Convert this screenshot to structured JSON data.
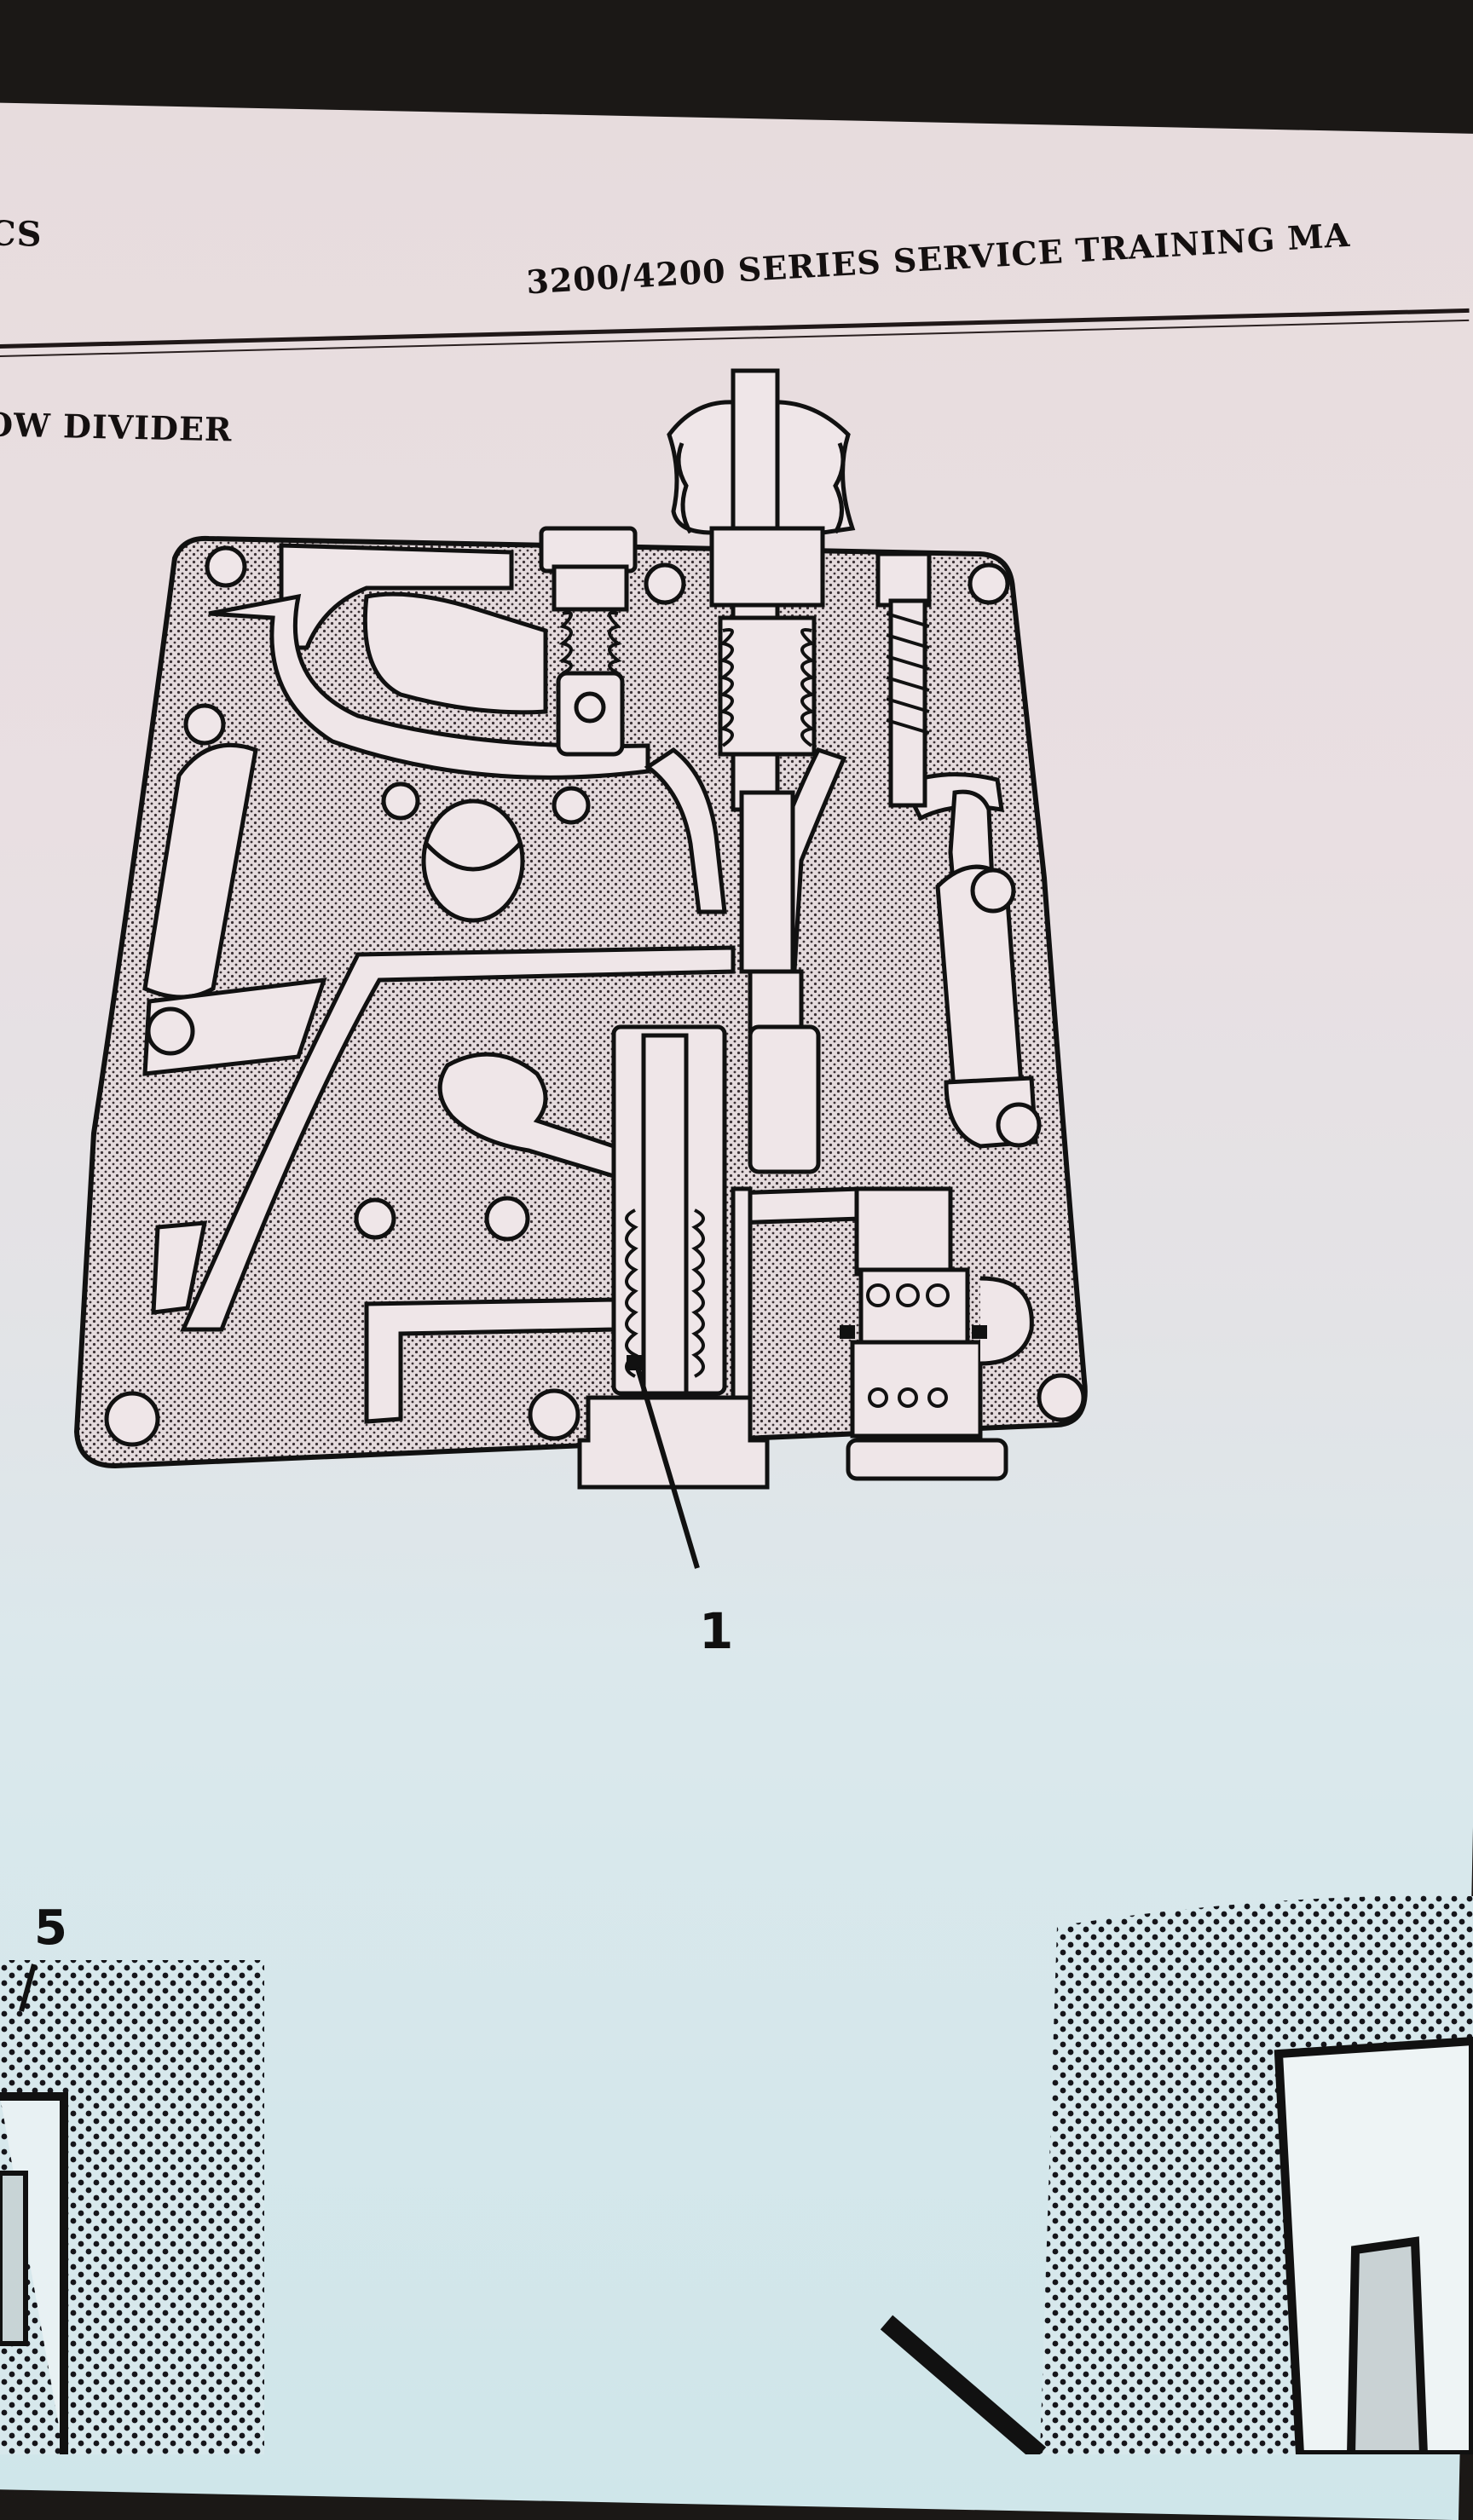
{
  "header": {
    "left": "CS",
    "right": "3200/4200 SERIES SERVICE TRAINING MA"
  },
  "section": {
    "title": "OW DIVIDER"
  },
  "diagram": {
    "callouts": [
      "1",
      "5"
    ]
  }
}
